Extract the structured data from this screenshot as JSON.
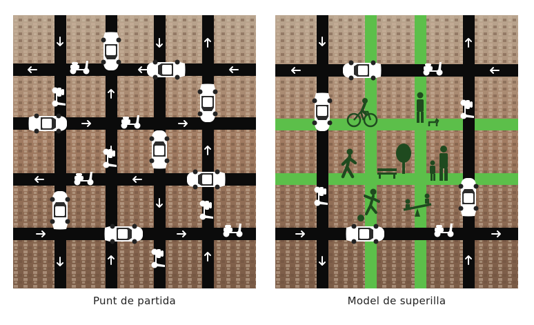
{
  "panels": [
    {
      "id": "left",
      "caption": "Punt de partida"
    },
    {
      "id": "right",
      "caption": "Model de superilla"
    }
  ],
  "colors": {
    "road": "#0b0b0b",
    "green": "#5cbf4a",
    "icon_dark": "#1f4a1f",
    "vehicle": "#ffffff"
  },
  "icons": {
    "vehicles": [
      "car-icon",
      "scooter-icon",
      "direction-arrow-icon"
    ],
    "activities": [
      "cyclist-icon",
      "pedestrian-icon",
      "person-with-dog-icon",
      "tree-icon",
      "bench-icon",
      "family-icon",
      "children-playing-icon",
      "seesaw-icon"
    ]
  }
}
